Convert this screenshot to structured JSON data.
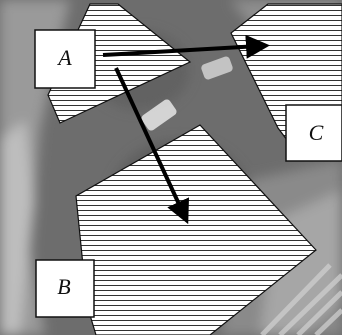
{
  "figure": {
    "regions": [
      {
        "id": "a",
        "label": "A"
      },
      {
        "id": "b",
        "label": "B"
      },
      {
        "id": "c",
        "label": "C"
      }
    ],
    "arrows": [
      {
        "from": "A",
        "to": "C"
      },
      {
        "from": "A",
        "to": "B"
      }
    ],
    "colors": {
      "road": "#6f6f6f",
      "hatch": "#1a1a1a",
      "region_fill": "#ffffff",
      "outline": "#111111",
      "arrow": "#000000"
    }
  }
}
